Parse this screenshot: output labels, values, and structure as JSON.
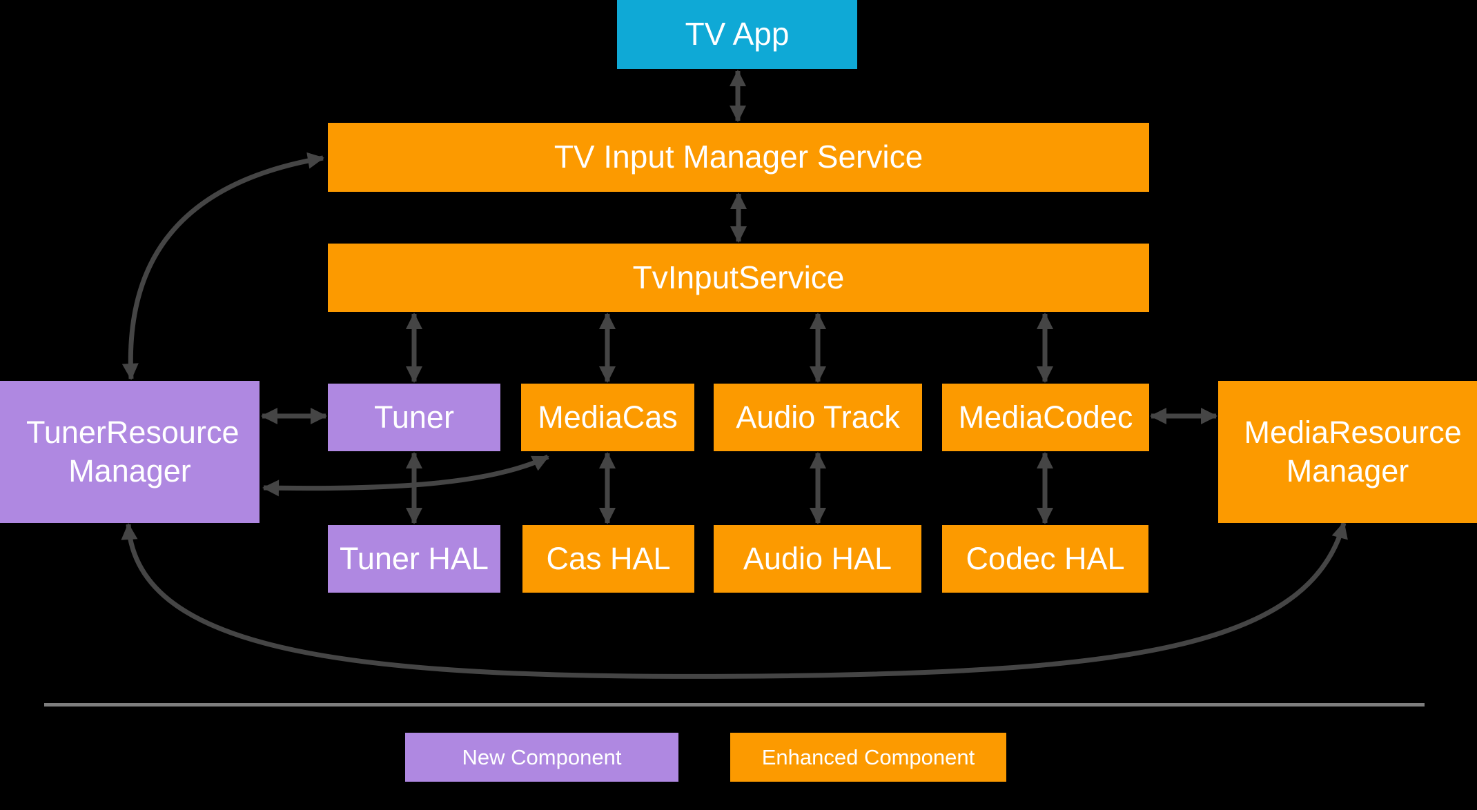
{
  "nodes": {
    "tv_app": "TV App",
    "tv_input_manager_service": "TV Input Manager Service",
    "tv_input_service": "TvInputService",
    "tuner": "Tuner",
    "media_cas": "MediaCas",
    "audio_track": "Audio Track",
    "media_codec": "MediaCodec",
    "tuner_resource_manager": "TunerResource Manager",
    "media_resource_manager": "MediaResource Manager",
    "tuner_hal": "Tuner HAL",
    "cas_hal": "Cas HAL",
    "audio_hal": "Audio HAL",
    "codec_hal": "Codec HAL"
  },
  "legend": {
    "new_component": "New Component",
    "enhanced_component": "Enhanced Component"
  },
  "colors": {
    "app": "#0FA9D6",
    "new_component": "#AF88E1",
    "enhanced_component": "#FC9A00",
    "arrow": "#454545",
    "divider": "#7E7E7E",
    "background": "#000000",
    "label_text": "#FFFFFF"
  }
}
